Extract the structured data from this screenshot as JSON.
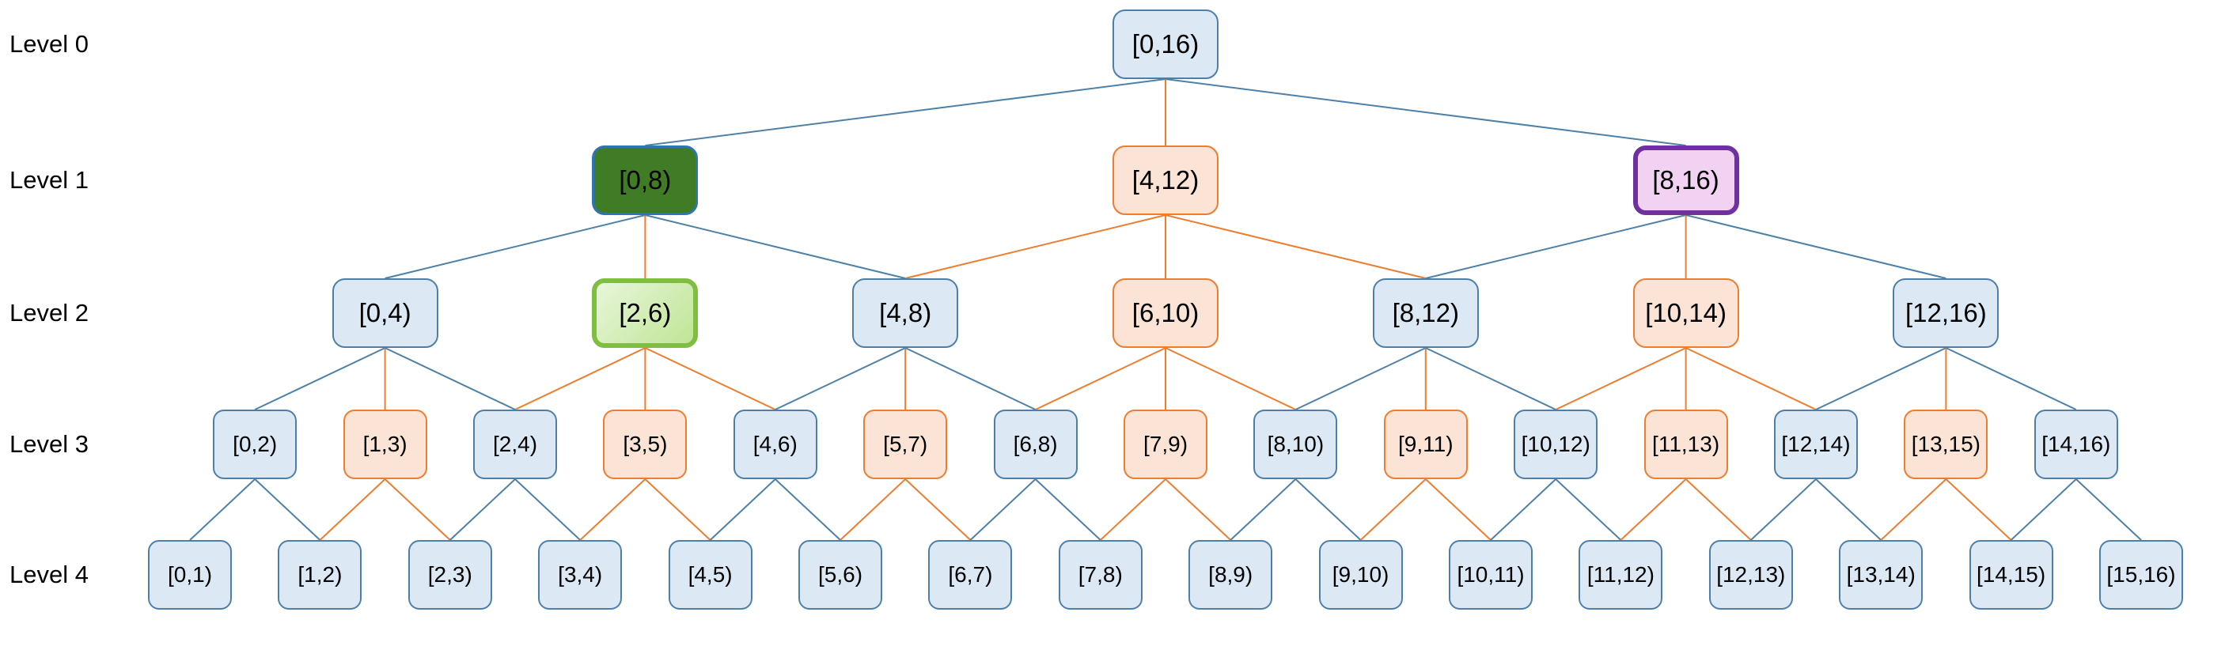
{
  "colors": {
    "edge_blue": "#4E81A8",
    "edge_orange": "#ED7D31",
    "blue_fill": "#DCE9F5",
    "blue_border": "#4E7FA9",
    "orange_fill": "#FBE3D6",
    "orange_border": "#ED7D31",
    "dark_green_fill": "#407C26",
    "dark_green_border": "#2E75B6",
    "purple_fill": "#F1D2F3",
    "purple_border": "#7030A0",
    "light_green_fill_top": "#E8F6DA",
    "light_green_fill_bottom": "#BFE595",
    "light_green_border": "#7FBE41",
    "text": "#000000"
  },
  "row_labels": [
    {
      "label": "Level 0"
    },
    {
      "label": "Level 1"
    },
    {
      "label": "Level 2"
    },
    {
      "label": "Level 3"
    },
    {
      "label": "Level 4"
    }
  ],
  "nodes": [
    {
      "label": "[0,16)",
      "level": 0,
      "start": 0,
      "end": 16,
      "variant": "blue"
    },
    {
      "label": "[0,8)",
      "level": 1,
      "start": 0,
      "end": 8,
      "variant": "green_dark"
    },
    {
      "label": "[4,12)",
      "level": 1,
      "start": 4,
      "end": 12,
      "variant": "orange"
    },
    {
      "label": "[8,16)",
      "level": 1,
      "start": 8,
      "end": 16,
      "variant": "purple"
    },
    {
      "label": "[0,4)",
      "level": 2,
      "start": 0,
      "end": 4,
      "variant": "blue"
    },
    {
      "label": "[2,6)",
      "level": 2,
      "start": 2,
      "end": 6,
      "variant": "green_light"
    },
    {
      "label": "[4,8)",
      "level": 2,
      "start": 4,
      "end": 8,
      "variant": "blue"
    },
    {
      "label": "[6,10)",
      "level": 2,
      "start": 6,
      "end": 10,
      "variant": "orange"
    },
    {
      "label": "[8,12)",
      "level": 2,
      "start": 8,
      "end": 12,
      "variant": "blue"
    },
    {
      "label": "[10,14)",
      "level": 2,
      "start": 10,
      "end": 14,
      "variant": "orange"
    },
    {
      "label": "[12,16)",
      "level": 2,
      "start": 12,
      "end": 16,
      "variant": "blue"
    },
    {
      "label": "[0,2)",
      "level": 3,
      "start": 0,
      "end": 2,
      "variant": "blue"
    },
    {
      "label": "[1,3)",
      "level": 3,
      "start": 1,
      "end": 3,
      "variant": "orange"
    },
    {
      "label": "[2,4)",
      "level": 3,
      "start": 2,
      "end": 4,
      "variant": "blue"
    },
    {
      "label": "[3,5)",
      "level": 3,
      "start": 3,
      "end": 5,
      "variant": "orange"
    },
    {
      "label": "[4,6)",
      "level": 3,
      "start": 4,
      "end": 6,
      "variant": "blue"
    },
    {
      "label": "[5,7)",
      "level": 3,
      "start": 5,
      "end": 7,
      "variant": "orange"
    },
    {
      "label": "[6,8)",
      "level": 3,
      "start": 6,
      "end": 8,
      "variant": "blue"
    },
    {
      "label": "[7,9)",
      "level": 3,
      "start": 7,
      "end": 9,
      "variant": "orange"
    },
    {
      "label": "[8,10)",
      "level": 3,
      "start": 8,
      "end": 10,
      "variant": "blue"
    },
    {
      "label": "[9,11)",
      "level": 3,
      "start": 9,
      "end": 11,
      "variant": "orange"
    },
    {
      "label": "[10,12)",
      "level": 3,
      "start": 10,
      "end": 12,
      "variant": "blue"
    },
    {
      "label": "[11,13)",
      "level": 3,
      "start": 11,
      "end": 13,
      "variant": "orange"
    },
    {
      "label": "[12,14)",
      "level": 3,
      "start": 12,
      "end": 14,
      "variant": "blue"
    },
    {
      "label": "[13,15)",
      "level": 3,
      "start": 13,
      "end": 15,
      "variant": "orange"
    },
    {
      "label": "[14,16)",
      "level": 3,
      "start": 14,
      "end": 16,
      "variant": "blue"
    },
    {
      "label": "[0,1)",
      "level": 4,
      "start": 0,
      "end": 1,
      "variant": "blue"
    },
    {
      "label": "[1,2)",
      "level": 4,
      "start": 1,
      "end": 2,
      "variant": "blue"
    },
    {
      "label": "[2,3)",
      "level": 4,
      "start": 2,
      "end": 3,
      "variant": "blue"
    },
    {
      "label": "[3,4)",
      "level": 4,
      "start": 3,
      "end": 4,
      "variant": "blue"
    },
    {
      "label": "[4,5)",
      "level": 4,
      "start": 4,
      "end": 5,
      "variant": "blue"
    },
    {
      "label": "[5,6)",
      "level": 4,
      "start": 5,
      "end": 6,
      "variant": "blue"
    },
    {
      "label": "[6,7)",
      "level": 4,
      "start": 6,
      "end": 7,
      "variant": "blue"
    },
    {
      "label": "[7,8)",
      "level": 4,
      "start": 7,
      "end": 8,
      "variant": "blue"
    },
    {
      "label": "[8,9)",
      "level": 4,
      "start": 8,
      "end": 9,
      "variant": "blue"
    },
    {
      "label": "[9,10)",
      "level": 4,
      "start": 9,
      "end": 10,
      "variant": "blue"
    },
    {
      "label": "[10,11)",
      "level": 4,
      "start": 10,
      "end": 11,
      "variant": "blue"
    },
    {
      "label": "[11,12)",
      "level": 4,
      "start": 11,
      "end": 12,
      "variant": "blue"
    },
    {
      "label": "[12,13)",
      "level": 4,
      "start": 12,
      "end": 13,
      "variant": "blue"
    },
    {
      "label": "[13,14)",
      "level": 4,
      "start": 13,
      "end": 14,
      "variant": "blue"
    },
    {
      "label": "[14,15)",
      "level": 4,
      "start": 14,
      "end": 15,
      "variant": "blue"
    },
    {
      "label": "[15,16)",
      "level": 4,
      "start": 15,
      "end": 16,
      "variant": "blue"
    }
  ]
}
